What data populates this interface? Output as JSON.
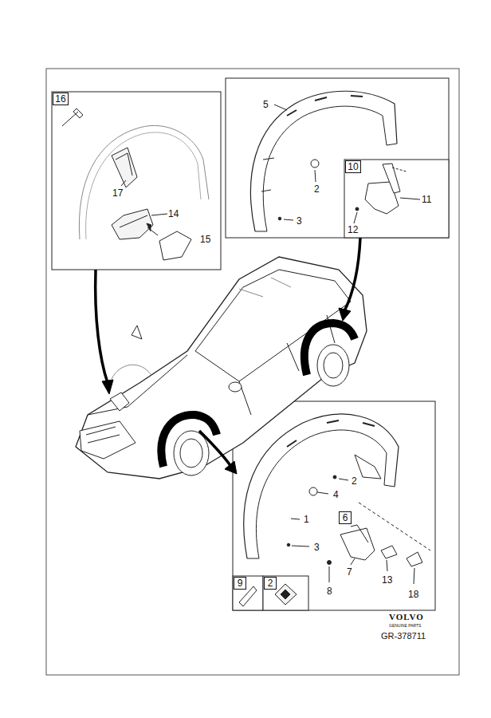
{
  "diagram": {
    "nodes": [
      {
        "text": [
          "16"
        ]
      },
      {
        "text": [
          "10"
        ]
      },
      {
        "text": [
          "6"
        ]
      },
      {
        "text": [
          "9"
        ]
      },
      {
        "text": [
          "2"
        ]
      }
    ],
    "labels": [
      "17",
      "14",
      "15",
      "5",
      "2",
      "3",
      "11",
      "12",
      "2",
      "4",
      "1",
      "3",
      "7",
      "8",
      "13",
      "18",
      "VOLVO",
      "GENUINE PARTS",
      "GR-378711"
    ]
  }
}
